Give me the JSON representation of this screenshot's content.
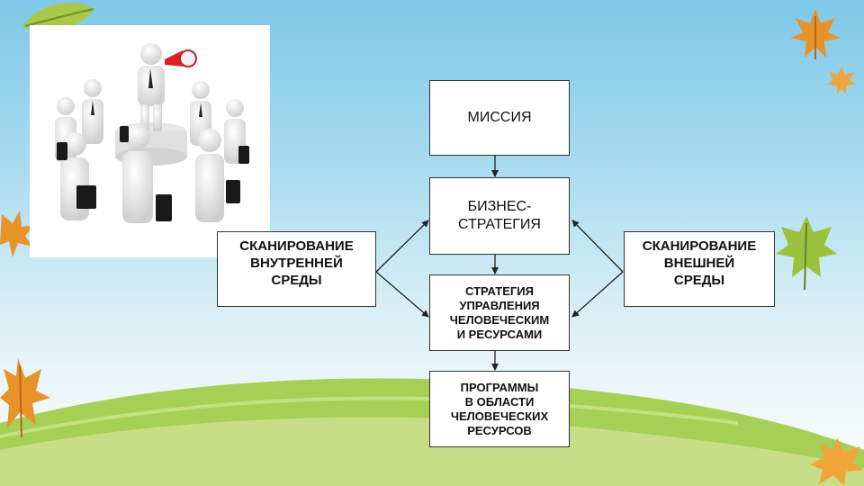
{
  "diagram": {
    "mission": "МИССИЯ",
    "business_strategy": "БИЗНЕС-\nСТРАТЕГИЯ",
    "hr_strategy": "СТРАТЕГИЯ\nУПРАВЛЕНИЯ\nЧЕЛОВЕЧЕСКИМ\nИ РЕСУРСАМИ",
    "hr_programs": "ПРОГРАММЫ\nВ ОБЛАСТИ\nЧЕЛОВЕЧЕСКИХ\nРЕСУРСОВ",
    "internal_scan": "СКАНИРОВАНИЕ\nВНУТРЕННЕЙ\nСРЕДЫ",
    "external_scan": "СКАНИРОВАНИЕ\nВНЕШНЕЙ\nСРЕДЫ"
  },
  "colors": {
    "sky_top": "#7fc8e8",
    "hill_back": "#8cc63f",
    "hill_front": "#b9d873",
    "leaf_orange": "#e8922a",
    "leaf_green": "#9bc23c"
  }
}
